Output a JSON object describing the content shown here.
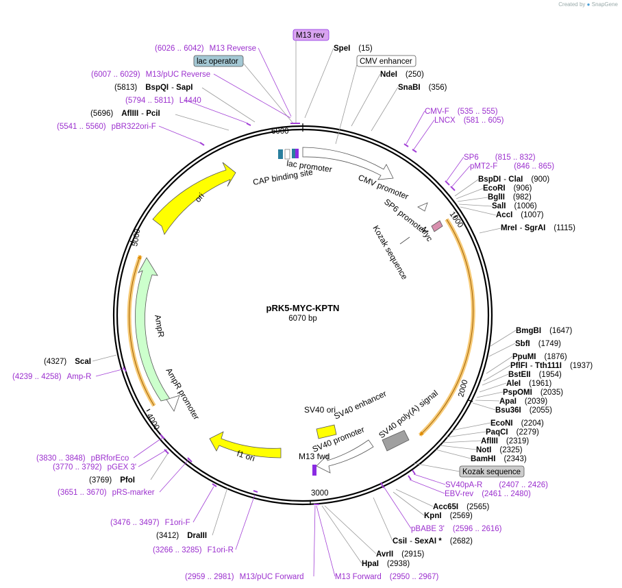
{
  "credit": {
    "created_by": "Created by",
    "brand": "SnapGene"
  },
  "plasmid": {
    "name": "pRK5-MYC-KPTN",
    "length": "6070 bp",
    "bp": 6070
  },
  "ruler": [
    "1000",
    "2000",
    "3000",
    "4000",
    "5000",
    "6000"
  ],
  "enzymes": [
    {
      "id": "spei",
      "name": "SpeI",
      "pos": "(15)",
      "bp": 15
    },
    {
      "id": "ndei",
      "name": "NdeI",
      "pos": "(250)",
      "bp": 250
    },
    {
      "id": "snabi",
      "name": "SnaBI",
      "pos": "(356)",
      "bp": 356
    },
    {
      "id": "bspdi",
      "name": "BspDI",
      "name2": "ClaI",
      "pos": "(900)",
      "bp": 900
    },
    {
      "id": "ecori",
      "name": "EcoRI",
      "pos": "(906)",
      "bp": 906
    },
    {
      "id": "bglii",
      "name": "BglII",
      "pos": "(982)",
      "bp": 982
    },
    {
      "id": "sali",
      "name": "SalI",
      "pos": "(1006)",
      "bp": 1006
    },
    {
      "id": "acci",
      "name": "AccI",
      "pos": "(1007)",
      "bp": 1007
    },
    {
      "id": "mrei",
      "name": "MreI",
      "name2": "SgrAI",
      "pos": "(1115)",
      "bp": 1115
    },
    {
      "id": "bmgbi",
      "name": "BmgBI",
      "pos": "(1647)",
      "bp": 1647
    },
    {
      "id": "sbfi",
      "name": "SbfI",
      "pos": "(1749)",
      "bp": 1749
    },
    {
      "id": "ppumi",
      "name": "PpuMI",
      "pos": "(1876)",
      "bp": 1876
    },
    {
      "id": "pflfi",
      "name": "PflFI",
      "name2": "Tth111I",
      "pos": "(1937)",
      "bp": 1937
    },
    {
      "id": "bsteii",
      "name": "BstEII",
      "pos": "(1954)",
      "bp": 1954
    },
    {
      "id": "alei",
      "name": "AleI",
      "pos": "(1961)",
      "bp": 1961
    },
    {
      "id": "pspomi",
      "name": "PspOMI",
      "pos": "(2035)",
      "bp": 2035
    },
    {
      "id": "apai",
      "name": "ApaI",
      "pos": "(2039)",
      "bp": 2039
    },
    {
      "id": "bsu36i",
      "name": "Bsu36I",
      "pos": "(2055)",
      "bp": 2055
    },
    {
      "id": "econi",
      "name": "EcoNI",
      "pos": "(2204)",
      "bp": 2204
    },
    {
      "id": "paqci",
      "name": "PaqCI",
      "pos": "(2279)",
      "bp": 2279
    },
    {
      "id": "afliii2",
      "name": "AflIII",
      "pos": "(2319)",
      "bp": 2319
    },
    {
      "id": "noti",
      "name": "NotI",
      "pos": "(2325)",
      "bp": 2325
    },
    {
      "id": "bamhi",
      "name": "BamHI",
      "pos": "(2343)",
      "bp": 2343
    },
    {
      "id": "acc65i",
      "name": "Acc65I",
      "pos": "(2565)",
      "bp": 2565
    },
    {
      "id": "kpni",
      "name": "KpnI",
      "pos": "(2569)",
      "bp": 2569
    },
    {
      "id": "csii",
      "name": "CsiI",
      "name2": "SexAI *",
      "pos": "(2682)",
      "bp": 2682
    },
    {
      "id": "avrii",
      "name": "AvrII",
      "pos": "(2915)",
      "bp": 2915
    },
    {
      "id": "hpai",
      "name": "HpaI",
      "pos": "(2938)",
      "bp": 2938
    },
    {
      "id": "draiii",
      "name": "DraIII",
      "pos": "(3412)",
      "bp": 3412
    },
    {
      "id": "pfoi",
      "name": "PfoI",
      "pos": "(3769)",
      "bp": 3769
    },
    {
      "id": "scai",
      "name": "ScaI",
      "pos": "(4327)",
      "bp": 4327
    },
    {
      "id": "afliii",
      "name": "AflIII",
      "name2": "PciI",
      "pos": "(5696)",
      "bp": 5696
    },
    {
      "id": "bspqi",
      "name": "BspQI",
      "name2": "SapI",
      "pos": "(5813)",
      "bp": 5813
    }
  ],
  "primers": [
    {
      "id": "m13rev_r",
      "name": "M13 Reverse",
      "range": "(6026 .. 6042)",
      "bp": 6034
    },
    {
      "id": "m13puc_r",
      "name": "M13/pUC Reverse",
      "range": "(6007 .. 6029)",
      "bp": 6018
    },
    {
      "id": "l4440",
      "name": "L4440",
      "range": "(5794 .. 5811)",
      "bp": 5802
    },
    {
      "id": "pbr322",
      "name": "pBR322ori-F",
      "range": "(5541 .. 5560)",
      "bp": 5550
    },
    {
      "id": "cmvf",
      "name": "CMV-F",
      "range": "(535 .. 555)",
      "bp": 545
    },
    {
      "id": "lncx",
      "name": "LNCX",
      "range": "(581 .. 605)",
      "bp": 593
    },
    {
      "id": "sp6",
      "name": "SP6",
      "range": "(815 .. 832)",
      "bp": 823
    },
    {
      "id": "pmt2f",
      "name": "pMT2-F",
      "range": "(846 .. 865)",
      "bp": 855
    },
    {
      "id": "sv40pa",
      "name": "SV40pA-R",
      "range": "(2407 .. 2426)",
      "bp": 2416
    },
    {
      "id": "ebvrev",
      "name": "EBV-rev",
      "range": "(2461 .. 2480)",
      "bp": 2470
    },
    {
      "id": "pbabe",
      "name": "pBABE 3'",
      "range": "(2596 .. 2616)",
      "bp": 2606
    },
    {
      "id": "m13fwd",
      "name": "M13 Forward",
      "range": "(2950 .. 2967)",
      "bp": 2958
    },
    {
      "id": "m13pucf",
      "name": "M13/pUC Forward",
      "range": "(2959 .. 2981)",
      "bp": 2970
    },
    {
      "id": "f1orir",
      "name": "F1ori-R",
      "range": "(3266 .. 3285)",
      "bp": 3275
    },
    {
      "id": "f1orif",
      "name": "F1ori-F",
      "range": "(3476 .. 3497)",
      "bp": 3486
    },
    {
      "id": "prs",
      "name": "pRS-marker",
      "range": "(3651 .. 3670)",
      "bp": 3660
    },
    {
      "id": "pgex",
      "name": "pGEX 3'",
      "range": "(3770 .. 3792)",
      "bp": 3781
    },
    {
      "id": "pbrforeco",
      "name": "pBRforEco",
      "range": "(3830 .. 3848)",
      "bp": 3839
    },
    {
      "id": "ampr_p",
      "name": "Amp-R",
      "range": "(4239 .. 4258)",
      "bp": 4248
    }
  ],
  "boxed_labels": {
    "m13rev": "M13 rev",
    "lac_operator": "lac operator",
    "cmv_enhancer": "CMV enhancer",
    "kozak": "Kozak sequence"
  },
  "features": {
    "lac_promoter": "lac promoter",
    "cap_site": "CAP binding site",
    "cmv_promoter": "CMV promoter",
    "sp6_promoter": "SP6 promoter",
    "myc": "Myc",
    "kozak": "Kozak sequence",
    "sv40_polya": "SV40 poly(A) signal",
    "sv40_ori": "SV40 ori",
    "sv40_enhancer": "SV40 enhancer",
    "sv40_promoter": "SV40 promoter",
    "m13_fwd": "M13 fwd",
    "f1_ori": "f1 ori",
    "ampr": "AmpR",
    "ampr_promoter": "AmpR promoter",
    "ori": "ori"
  },
  "colors": {
    "primer": "#9b2fce",
    "orf_highlight": "#f3b43c",
    "ori": "#ffff00",
    "ampr": "#ccffcc",
    "lac_operator": "#a4c8d4",
    "m13rev_box": "#d9a4f0",
    "kozak_box": "#cccccc",
    "polya": "#a0a0a0"
  }
}
